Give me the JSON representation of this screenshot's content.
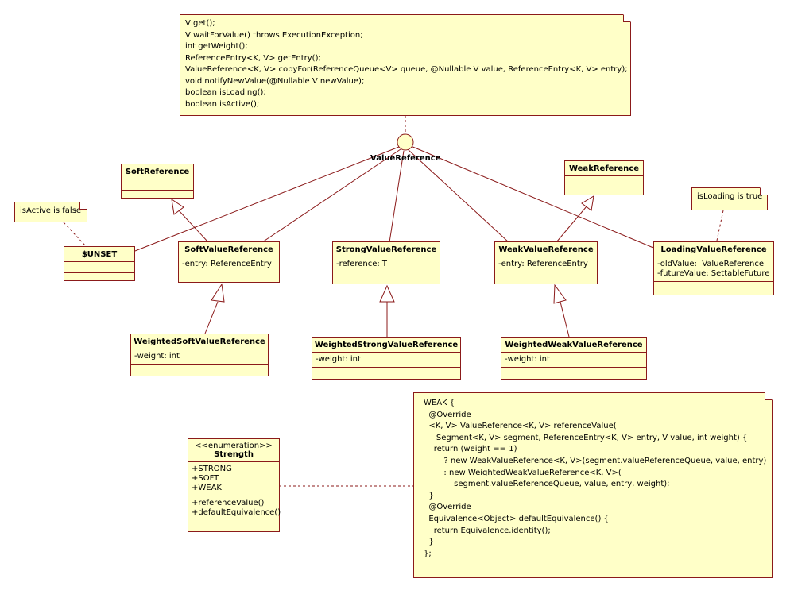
{
  "interface_note": {
    "lines": [
      "V get();",
      "V waitForValue() throws ExecutionException;",
      "int getWeight();",
      "ReferenceEntry<K, V> getEntry();",
      "ValueReference<K, V> copyFor(ReferenceQueue<V> queue, @Nullable V value, ReferenceEntry<K, V> entry);",
      "void notifyNewValue(@Nullable V newValue);",
      "boolean isLoading();",
      "boolean isActive();"
    ]
  },
  "interface": {
    "name": "ValueReference"
  },
  "classes": {
    "soft_reference": {
      "name": "SoftReference",
      "attrs": []
    },
    "weak_reference": {
      "name": "WeakReference",
      "attrs": []
    },
    "unset": {
      "name": "$UNSET",
      "attrs": []
    },
    "soft_value_reference": {
      "name": "SoftValueReference",
      "attrs": [
        "-entry: ReferenceEntry"
      ]
    },
    "strong_value_reference": {
      "name": "StrongValueReference",
      "attrs": [
        "-reference: T"
      ]
    },
    "weak_value_reference": {
      "name": "WeakValueReference",
      "attrs": [
        "-entry: ReferenceEntry"
      ]
    },
    "loading_value_reference": {
      "name": "LoadingValueReference",
      "attrs": [
        "-oldValue:  ValueReference",
        "-futureValue: SettableFuture"
      ]
    },
    "weighted_soft": {
      "name": "WeightedSoftValueReference",
      "attrs": [
        "-weight: int"
      ]
    },
    "weighted_strong": {
      "name": "WeightedStrongValueReference",
      "attrs": [
        "-weight: int"
      ]
    },
    "weighted_weak": {
      "name": "WeightedWeakValueReference",
      "attrs": [
        "-weight: int"
      ]
    },
    "strength": {
      "stereotype": "<<enumeration>>",
      "name": "Strength",
      "attrs": [
        "+STRONG",
        "+SOFT",
        "+WEAK"
      ],
      "ops": [
        "+referenceValue()",
        "+defaultEquivalence()"
      ]
    }
  },
  "notes": {
    "unset_note": "isActive is false",
    "loading_note": "isLoading is true"
  },
  "code_note": {
    "lines": [
      "WEAK {",
      "  @Override",
      "  <K, V> ValueReference<K, V> referenceValue(",
      "     Segment<K, V> segment, ReferenceEntry<K, V> entry, V value, int weight) {",
      "    return (weight == 1)",
      "        ? new WeakValueReference<K, V>(segment.valueReferenceQueue, value, entry)",
      "        : new WeightedWeakValueReference<K, V>(",
      "            segment.valueReferenceQueue, value, entry, weight);",
      "  }",
      "",
      "  @Override",
      "  Equivalence<Object> defaultEquivalence() {",
      "    return Equivalence.identity();",
      "  }",
      "};"
    ]
  },
  "colors": {
    "border": "#8b1a1a",
    "fill": "#ffffc8",
    "line": "#8b1a1a"
  }
}
